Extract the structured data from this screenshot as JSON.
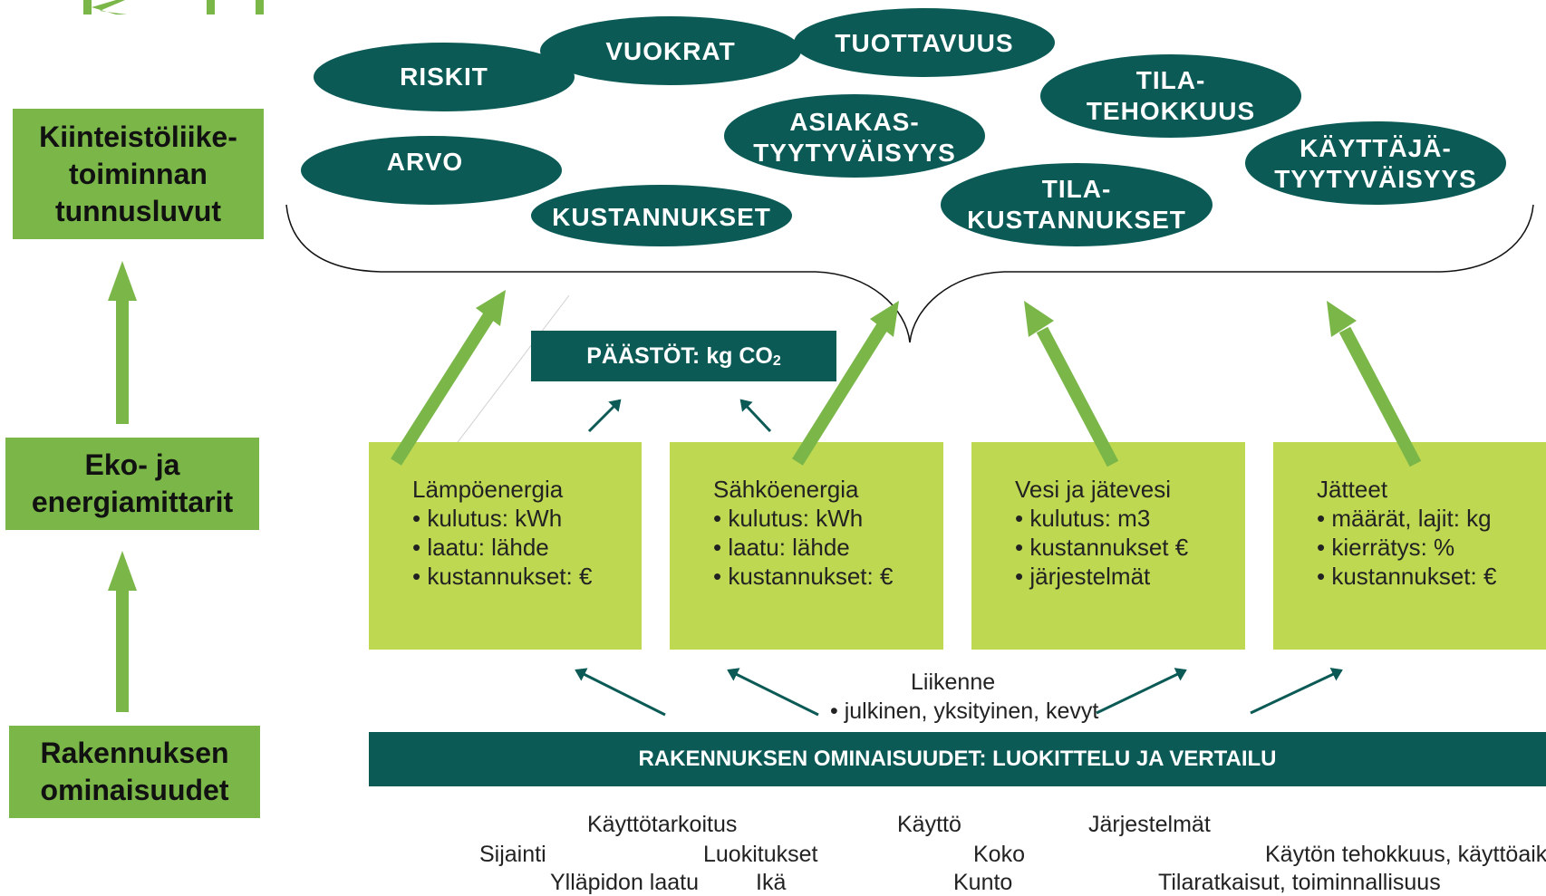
{
  "side_levels": [
    {
      "label": "Kiinteistöliike-\ntoiminnan\ntunnusluvut"
    },
    {
      "label": "Eko- ja\nenergiamittarit"
    },
    {
      "label": "Rakennuksen\nominaisuudet"
    }
  ],
  "metrics": [
    {
      "label": "RISKIT"
    },
    {
      "label": "VUOKRAT"
    },
    {
      "label": "TUOTTAVUUS"
    },
    {
      "label": "TILA-\nTEHOKKUUS"
    },
    {
      "label": "ASIAKAS-\nTYYTYVÄISYYS"
    },
    {
      "label": "KÄYTTÄJÄ-\nTYYTYVÄISYYS"
    },
    {
      "label": "ARVO"
    },
    {
      "label": "KUSTANNUKSET"
    },
    {
      "label": "TILA-\nKUSTANNUKSET"
    }
  ],
  "emissions": {
    "label": "PÄÄSTÖT: kg CO",
    "sub": "2"
  },
  "topics": [
    {
      "title": "Lämpöenergia",
      "items": [
        "kulutus: kWh",
        "laatu: lähde",
        "kustannukset: €"
      ]
    },
    {
      "title": "Sähköenergia",
      "items": [
        "kulutus: kWh",
        "laatu: lähde",
        "kustannukset: €"
      ]
    },
    {
      "title": "Vesi ja jätevesi",
      "items": [
        "kulutus: m3",
        "kustannukset €",
        "järjestelmät"
      ]
    },
    {
      "title": "Jätteet",
      "items": [
        "määrät, lajit: kg",
        "kierrätys: %",
        "kustannukset: €"
      ]
    }
  ],
  "traffic": {
    "title": "Liikenne",
    "item": "julkinen, yksityinen, kevyt"
  },
  "base_bar": {
    "label": "RAKENNUKSEN OMINAISUUDET: LUOKITTELU JA VERTAILU"
  },
  "features": [
    {
      "label": "Käyttötarkoitus"
    },
    {
      "label": "Sijainti"
    },
    {
      "label": "Ylläpidon laatu"
    },
    {
      "label": "Luokitukset"
    },
    {
      "label": "Ikä"
    },
    {
      "label": "Käyttö"
    },
    {
      "label": "Koko"
    },
    {
      "label": "Kunto"
    },
    {
      "label": "Järjestelmät"
    },
    {
      "label": "Käytön tehokkuus, käyttöaika"
    },
    {
      "label": "Tilaratkaisut, toiminnallisuus"
    }
  ],
  "colors": {
    "dark_teal": "#0b5a56",
    "side_green": "#7ab648",
    "box_green": "#bed852",
    "arrow_green": "#7ab648"
  }
}
